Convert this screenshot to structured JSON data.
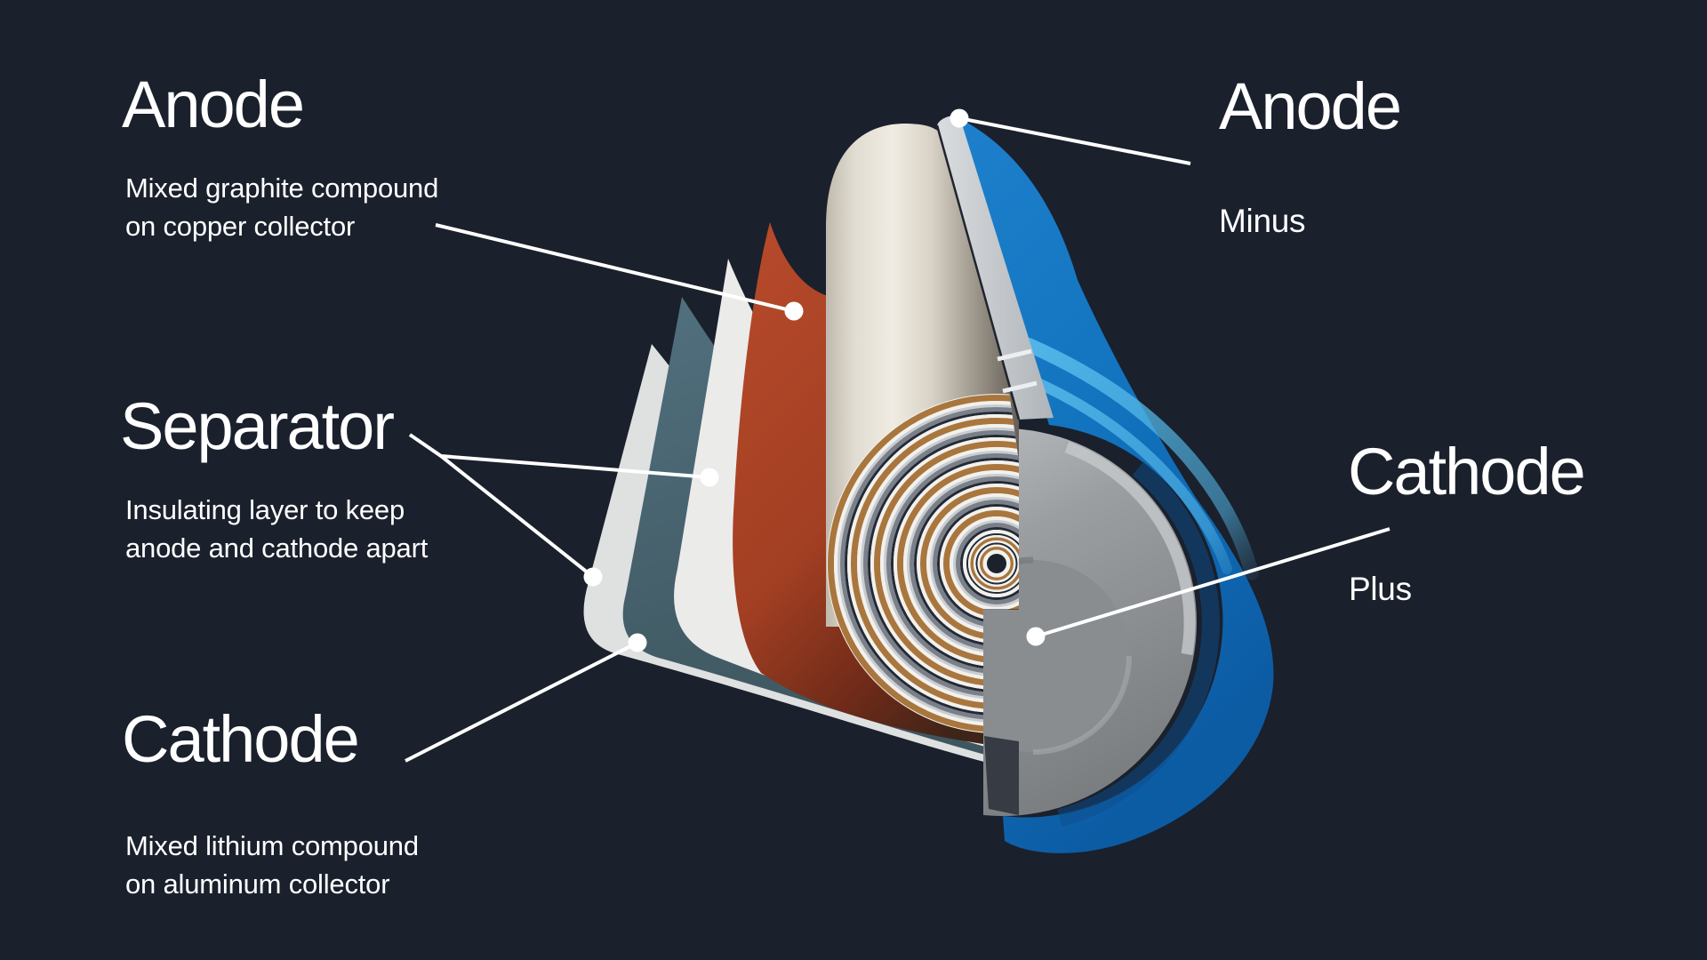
{
  "page": {
    "background": "#1A202C",
    "text_color": "#FFFFFF"
  },
  "labels": {
    "anode_left": {
      "title": "Anode",
      "description": [
        "Mixed graphite compound",
        "on copper collector"
      ]
    },
    "separator_left": {
      "title": "Separator",
      "description": [
        "Insulating layer to keep",
        "anode and cathode apart"
      ]
    },
    "cathode_left": {
      "title": "Cathode",
      "description": [
        "Mixed lithium compound",
        "on aluminum collector"
      ]
    },
    "anode_right": {
      "title": "Anode",
      "subtitle": "Minus"
    },
    "cathode_right": {
      "title": "Cathode",
      "subtitle": "Plus"
    }
  },
  "illustration": {
    "name": "lithium-ion cylindrical cell cutaway",
    "colors": {
      "casing_blue": "#1273BE",
      "casing_blue_light": "#1E80CC",
      "casing_blue_dark": "#0C5CA4",
      "casing_streak": "#53B7E8",
      "casing_shade": "#0B4E8C",
      "separator_white_front": "#EBEBEA",
      "separator_white_back": "#DFE0E0",
      "cathode_slate": "#4A6370",
      "anode_copper_red": "#A84326",
      "roll_cream": "#E6E1D6",
      "can_silver": "#CDD0D3",
      "cap_gray": "#97999C",
      "ring_copper": "#A9763E",
      "ring_navy": "#232A35",
      "ring_white": "#F2F1ED",
      "ring_silver": "#C9CCD0",
      "ring_gray": "#7A8089",
      "ring_center": "#1C222C",
      "leader_line": "#FFFFFF"
    }
  }
}
